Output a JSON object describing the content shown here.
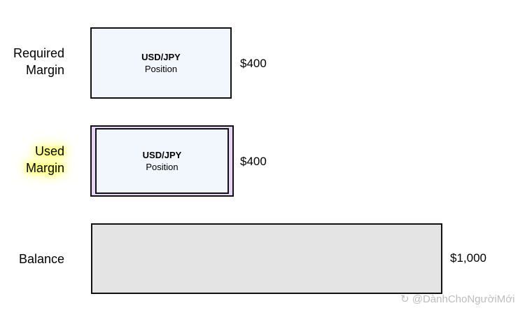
{
  "rows": {
    "required": {
      "label_line1": "Required",
      "label_line2": "Margin",
      "box_title": "USD/JPY",
      "box_sub": "Position",
      "amount": "$400"
    },
    "used": {
      "label_line1": "Used",
      "label_line2": "Margin",
      "box_title": "USD/JPY",
      "box_sub": "Position",
      "amount": "$400"
    },
    "balance": {
      "label": "Balance",
      "amount": "$1,000"
    }
  },
  "watermark": "@DànhChoNgườiMới",
  "colors": {
    "position_fill": "#f2f7fd",
    "used_margin_fill": "#e7d6f7",
    "balance_fill": "#e4e4e4",
    "highlight": "#ffff00"
  }
}
